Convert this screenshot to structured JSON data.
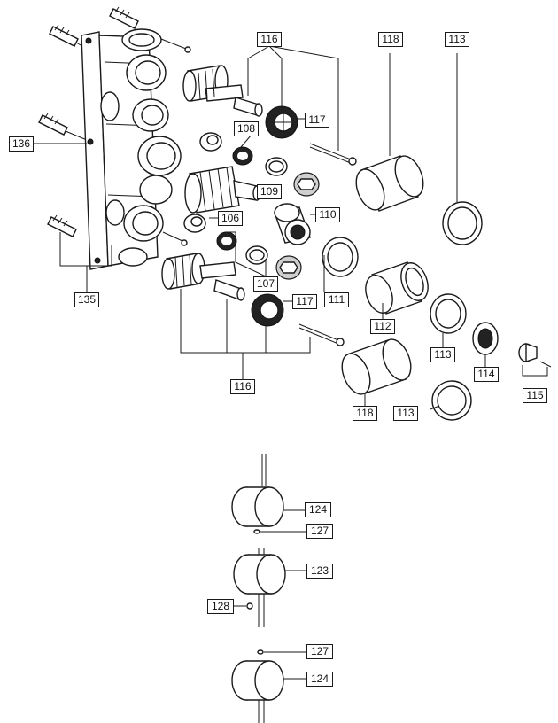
{
  "labels": {
    "l116_top": "116",
    "l118_top": "118",
    "l113_top": "113",
    "l117_top": "117",
    "l136": "136",
    "l108": "108",
    "l109": "109",
    "l110": "110",
    "l106": "106",
    "l107": "107",
    "l111": "111",
    "l117_bottom": "117",
    "l112": "112",
    "l113_mid": "113",
    "l114": "114",
    "l115": "115",
    "l135": "135",
    "l116_bottom": "116",
    "l118_bottom": "118",
    "l113_bottom": "113",
    "l124_top": "124",
    "l127_top": "127",
    "l123": "123",
    "l128": "128",
    "l127_bottom": "127",
    "l124_bottom": "124"
  }
}
